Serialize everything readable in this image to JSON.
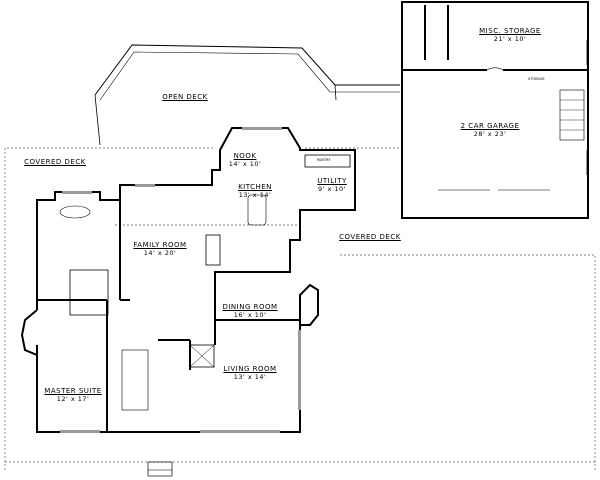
{
  "plan": {
    "rooms": [
      {
        "id": "nook",
        "name": "NOOK",
        "dim": "14' x 10'"
      },
      {
        "id": "kitchen",
        "name": "KITCHEN",
        "dim": "13' x 14'"
      },
      {
        "id": "utility",
        "name": "UTILITY",
        "dim": "9' x 10'"
      },
      {
        "id": "family",
        "name": "FAMILY ROOM",
        "dim": "14' x 20'"
      },
      {
        "id": "dining",
        "name": "DINING ROOM",
        "dim": "16' x 10'"
      },
      {
        "id": "living",
        "name": "LIVING ROOM",
        "dim": "13' x 14'"
      },
      {
        "id": "master",
        "name": "MASTER SUITE",
        "dim": "12' x 17'"
      },
      {
        "id": "storage",
        "name": "MISC. STORAGE",
        "dim": "21' x 10'"
      },
      {
        "id": "garage",
        "name": "2 CAR GARAGE",
        "dim": "28' x 23'"
      }
    ],
    "areas": {
      "open_deck": "OPEN DECK",
      "covered_deck_left": "COVERED DECK",
      "covered_deck_right": "COVERED DECK"
    },
    "small_labels": {
      "pantry": "PANTRY",
      "garage_storage": "STORAGE"
    },
    "colors": {
      "line": "#000000",
      "fill": "#ffffff",
      "window": "#9a9a9a"
    }
  }
}
